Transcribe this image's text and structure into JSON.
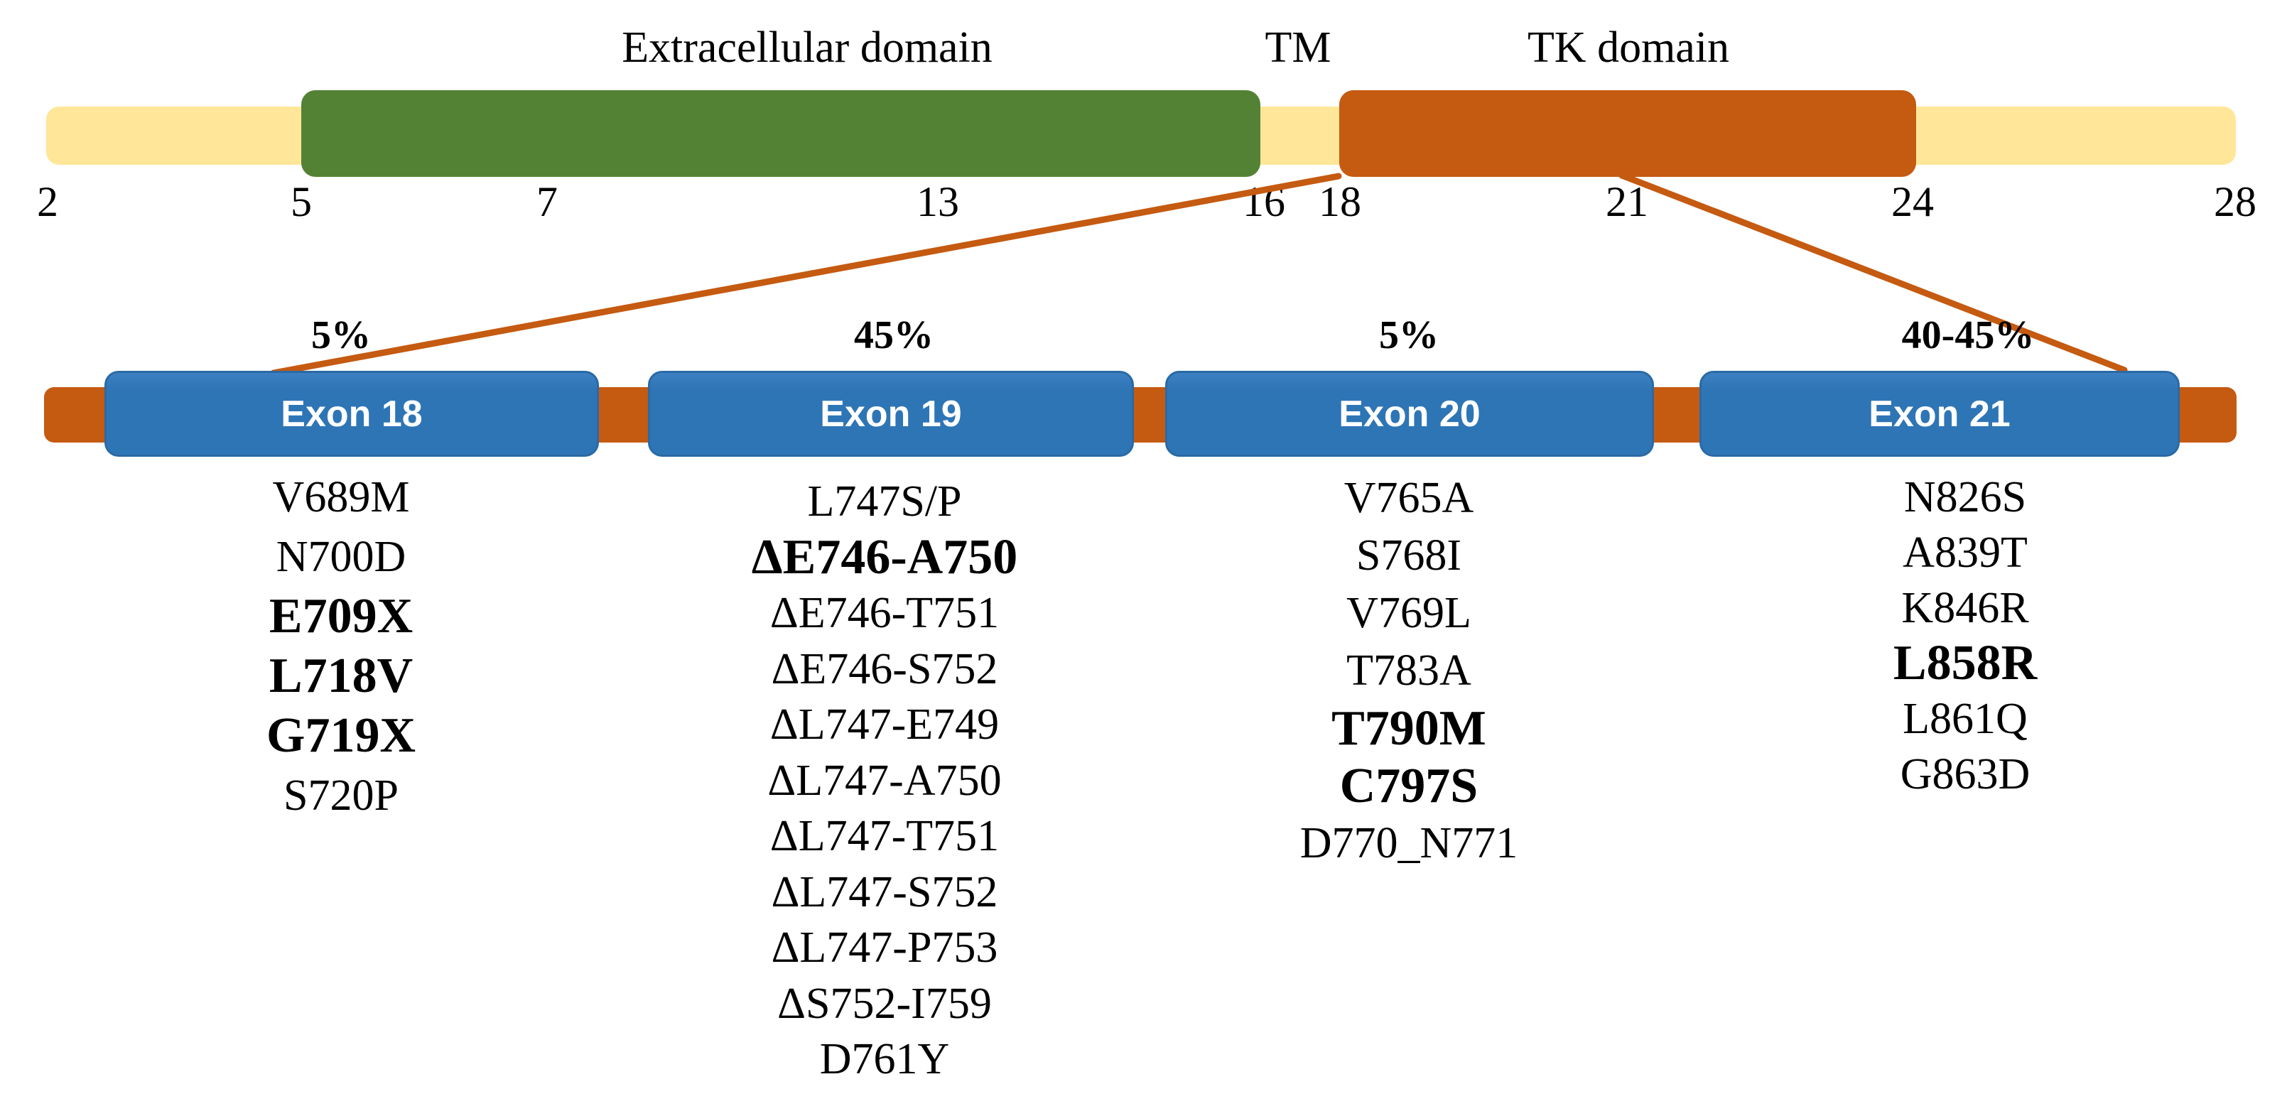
{
  "figure_type": "gene-domain-and-mutation-diagram",
  "colors": {
    "track_yellow": "#FFE699",
    "extracellular_green": "#548235",
    "tk_orange": "#C55A11",
    "exon_blue": "#2E75B6",
    "exon_label_text": "#FFFFFF",
    "text": "#000000",
    "background": "#FFFFFF"
  },
  "gene_map": {
    "domain_labels": [
      {
        "label": "Extracellular domain"
      },
      {
        "label": "TM"
      },
      {
        "label": "TK domain"
      }
    ],
    "axis_ticks": [
      {
        "label": "2"
      },
      {
        "label": "5"
      },
      {
        "label": "7"
      },
      {
        "label": "13"
      },
      {
        "label": "16"
      },
      {
        "label": "18"
      },
      {
        "label": "21"
      },
      {
        "label": "24"
      },
      {
        "label": "28"
      }
    ]
  },
  "exon_map": {
    "exons": [
      {
        "name": "Exon 18",
        "percent": "5%",
        "mutations": [
          {
            "text": "V689M",
            "emphasis": false
          },
          {
            "text": "N700D",
            "emphasis": false
          },
          {
            "text": "E709X",
            "emphasis": true
          },
          {
            "text": "L718V",
            "emphasis": true
          },
          {
            "text": "G719X",
            "emphasis": true
          },
          {
            "text": "S720P",
            "emphasis": false
          }
        ]
      },
      {
        "name": "Exon 19",
        "percent": "45%",
        "mutations": [
          {
            "text": "L747S/P",
            "emphasis": false
          },
          {
            "text": "ΔE746-A750",
            "emphasis": true
          },
          {
            "text": "ΔE746-T751",
            "emphasis": false
          },
          {
            "text": "ΔE746-S752",
            "emphasis": false
          },
          {
            "text": "ΔL747-E749",
            "emphasis": false
          },
          {
            "text": "ΔL747-A750",
            "emphasis": false
          },
          {
            "text": "ΔL747-T751",
            "emphasis": false
          },
          {
            "text": "ΔL747-S752",
            "emphasis": false
          },
          {
            "text": "ΔL747-P753",
            "emphasis": false
          },
          {
            "text": "ΔS752-I759",
            "emphasis": false
          },
          {
            "text": "D761Y",
            "emphasis": false
          }
        ]
      },
      {
        "name": "Exon 20",
        "percent": "5%",
        "mutations": [
          {
            "text": "V765A",
            "emphasis": false
          },
          {
            "text": "S768I",
            "emphasis": false
          },
          {
            "text": "V769L",
            "emphasis": false
          },
          {
            "text": "T783A",
            "emphasis": false
          },
          {
            "text": "T790M",
            "emphasis": true
          },
          {
            "text": "C797S",
            "emphasis": true
          },
          {
            "text": "D770_N771",
            "emphasis": false
          }
        ]
      },
      {
        "name": "Exon 21",
        "percent": "40-45%",
        "mutations": [
          {
            "text": "N826S",
            "emphasis": false
          },
          {
            "text": "A839T",
            "emphasis": false
          },
          {
            "text": "K846R",
            "emphasis": false
          },
          {
            "text": "L858R",
            "emphasis": true
          },
          {
            "text": "L861Q",
            "emphasis": false
          },
          {
            "text": "G863D",
            "emphasis": false
          }
        ]
      }
    ]
  }
}
